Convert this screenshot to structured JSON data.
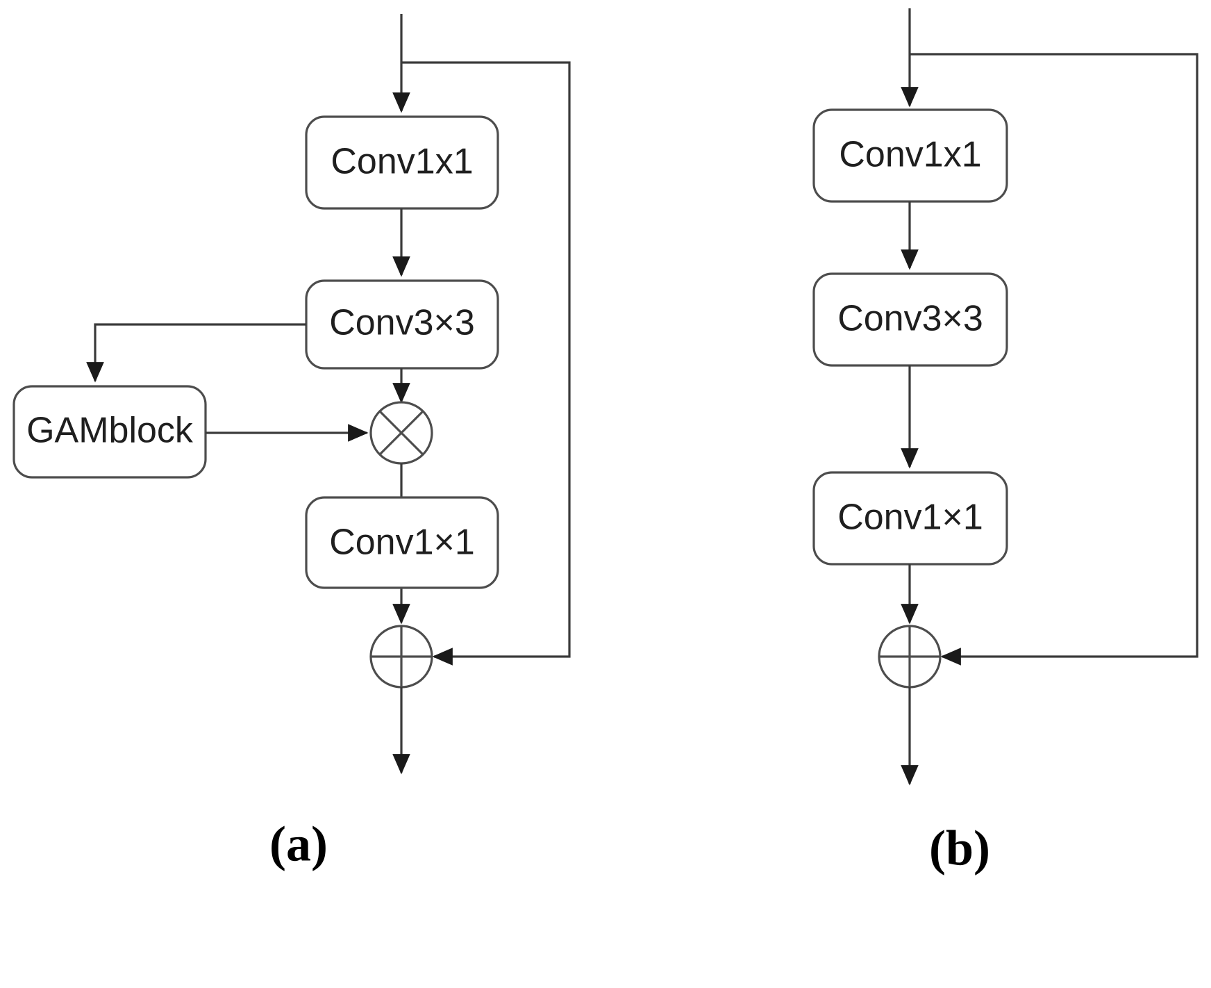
{
  "figure": {
    "title": "",
    "background_color": "#ffffff",
    "stroke_color": "#4d4d4d",
    "text_color": "#1f1f1f"
  },
  "panels": [
    {
      "id": "a",
      "caption": "(a)",
      "nodes": [
        {
          "id": "a-conv1x1-top",
          "label": "Conv1x1",
          "shape": "rounded-rect"
        },
        {
          "id": "a-conv3x3",
          "label": "Conv3×3",
          "shape": "rounded-rect"
        },
        {
          "id": "a-gamblock",
          "label": "GAMblock",
          "shape": "rounded-rect"
        },
        {
          "id": "a-multiply",
          "label": "⊗",
          "shape": "circle-multiply"
        },
        {
          "id": "a-conv1x1-bot",
          "label": "Conv1×1",
          "shape": "rounded-rect"
        },
        {
          "id": "a-add",
          "label": "⊕",
          "shape": "circle-add"
        }
      ],
      "edges": [
        {
          "from": "input",
          "to": "a-conv1x1-top"
        },
        {
          "from": "a-conv1x1-top",
          "to": "a-conv3x3"
        },
        {
          "from": "a-conv3x3",
          "to": "a-gamblock"
        },
        {
          "from": "a-conv3x3",
          "to": "a-multiply"
        },
        {
          "from": "a-gamblock",
          "to": "a-multiply"
        },
        {
          "from": "a-multiply",
          "to": "a-add"
        },
        {
          "from": "input",
          "to": "a-add",
          "kind": "skip-connection"
        },
        {
          "from": "a-add",
          "to": "output"
        }
      ]
    },
    {
      "id": "b",
      "caption": "(b)",
      "nodes": [
        {
          "id": "b-conv1x1-top",
          "label": "Conv1x1",
          "shape": "rounded-rect"
        },
        {
          "id": "b-conv3x3",
          "label": "Conv3×3",
          "shape": "rounded-rect"
        },
        {
          "id": "b-conv1x1-bot",
          "label": "Conv1×1",
          "shape": "rounded-rect"
        },
        {
          "id": "b-add",
          "label": "⊕",
          "shape": "circle-add"
        }
      ],
      "edges": [
        {
          "from": "input",
          "to": "b-conv1x1-top"
        },
        {
          "from": "b-conv1x1-top",
          "to": "b-conv3x3"
        },
        {
          "from": "b-conv3x3",
          "to": "b-conv1x1-bot"
        },
        {
          "from": "b-conv1x1-bot",
          "to": "b-add"
        },
        {
          "from": "input",
          "to": "b-add",
          "kind": "skip-connection"
        },
        {
          "from": "b-add",
          "to": "output"
        }
      ]
    }
  ],
  "labels": {
    "a_conv1x1_top": "Conv1x1",
    "a_conv3x3": "Conv3×3",
    "a_gamblock": "GAMblock",
    "a_conv1x1_bottom": "Conv1×1",
    "a_caption": "(a)",
    "b_conv1x1_top": "Conv1x1",
    "b_conv3x3": "Conv3×3",
    "b_conv1x1_bottom": "Conv1×1",
    "b_caption": "(b)"
  }
}
